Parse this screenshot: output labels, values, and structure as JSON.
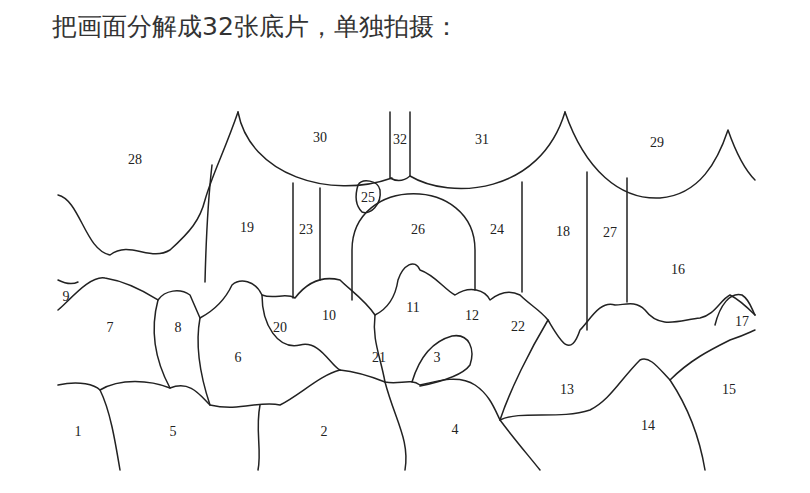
{
  "diagram": {
    "title": "把画面分解成32张底片，单独拍摄：",
    "labels": [
      "28",
      "30",
      "32",
      "31",
      "29",
      "25",
      "19",
      "23",
      "26",
      "24",
      "18",
      "27",
      "16",
      "9",
      "11",
      "7",
      "8",
      "20",
      "10",
      "12",
      "22",
      "17",
      "6",
      "21",
      "3",
      "13",
      "15",
      "1",
      "5",
      "2",
      "4",
      "14"
    ]
  }
}
